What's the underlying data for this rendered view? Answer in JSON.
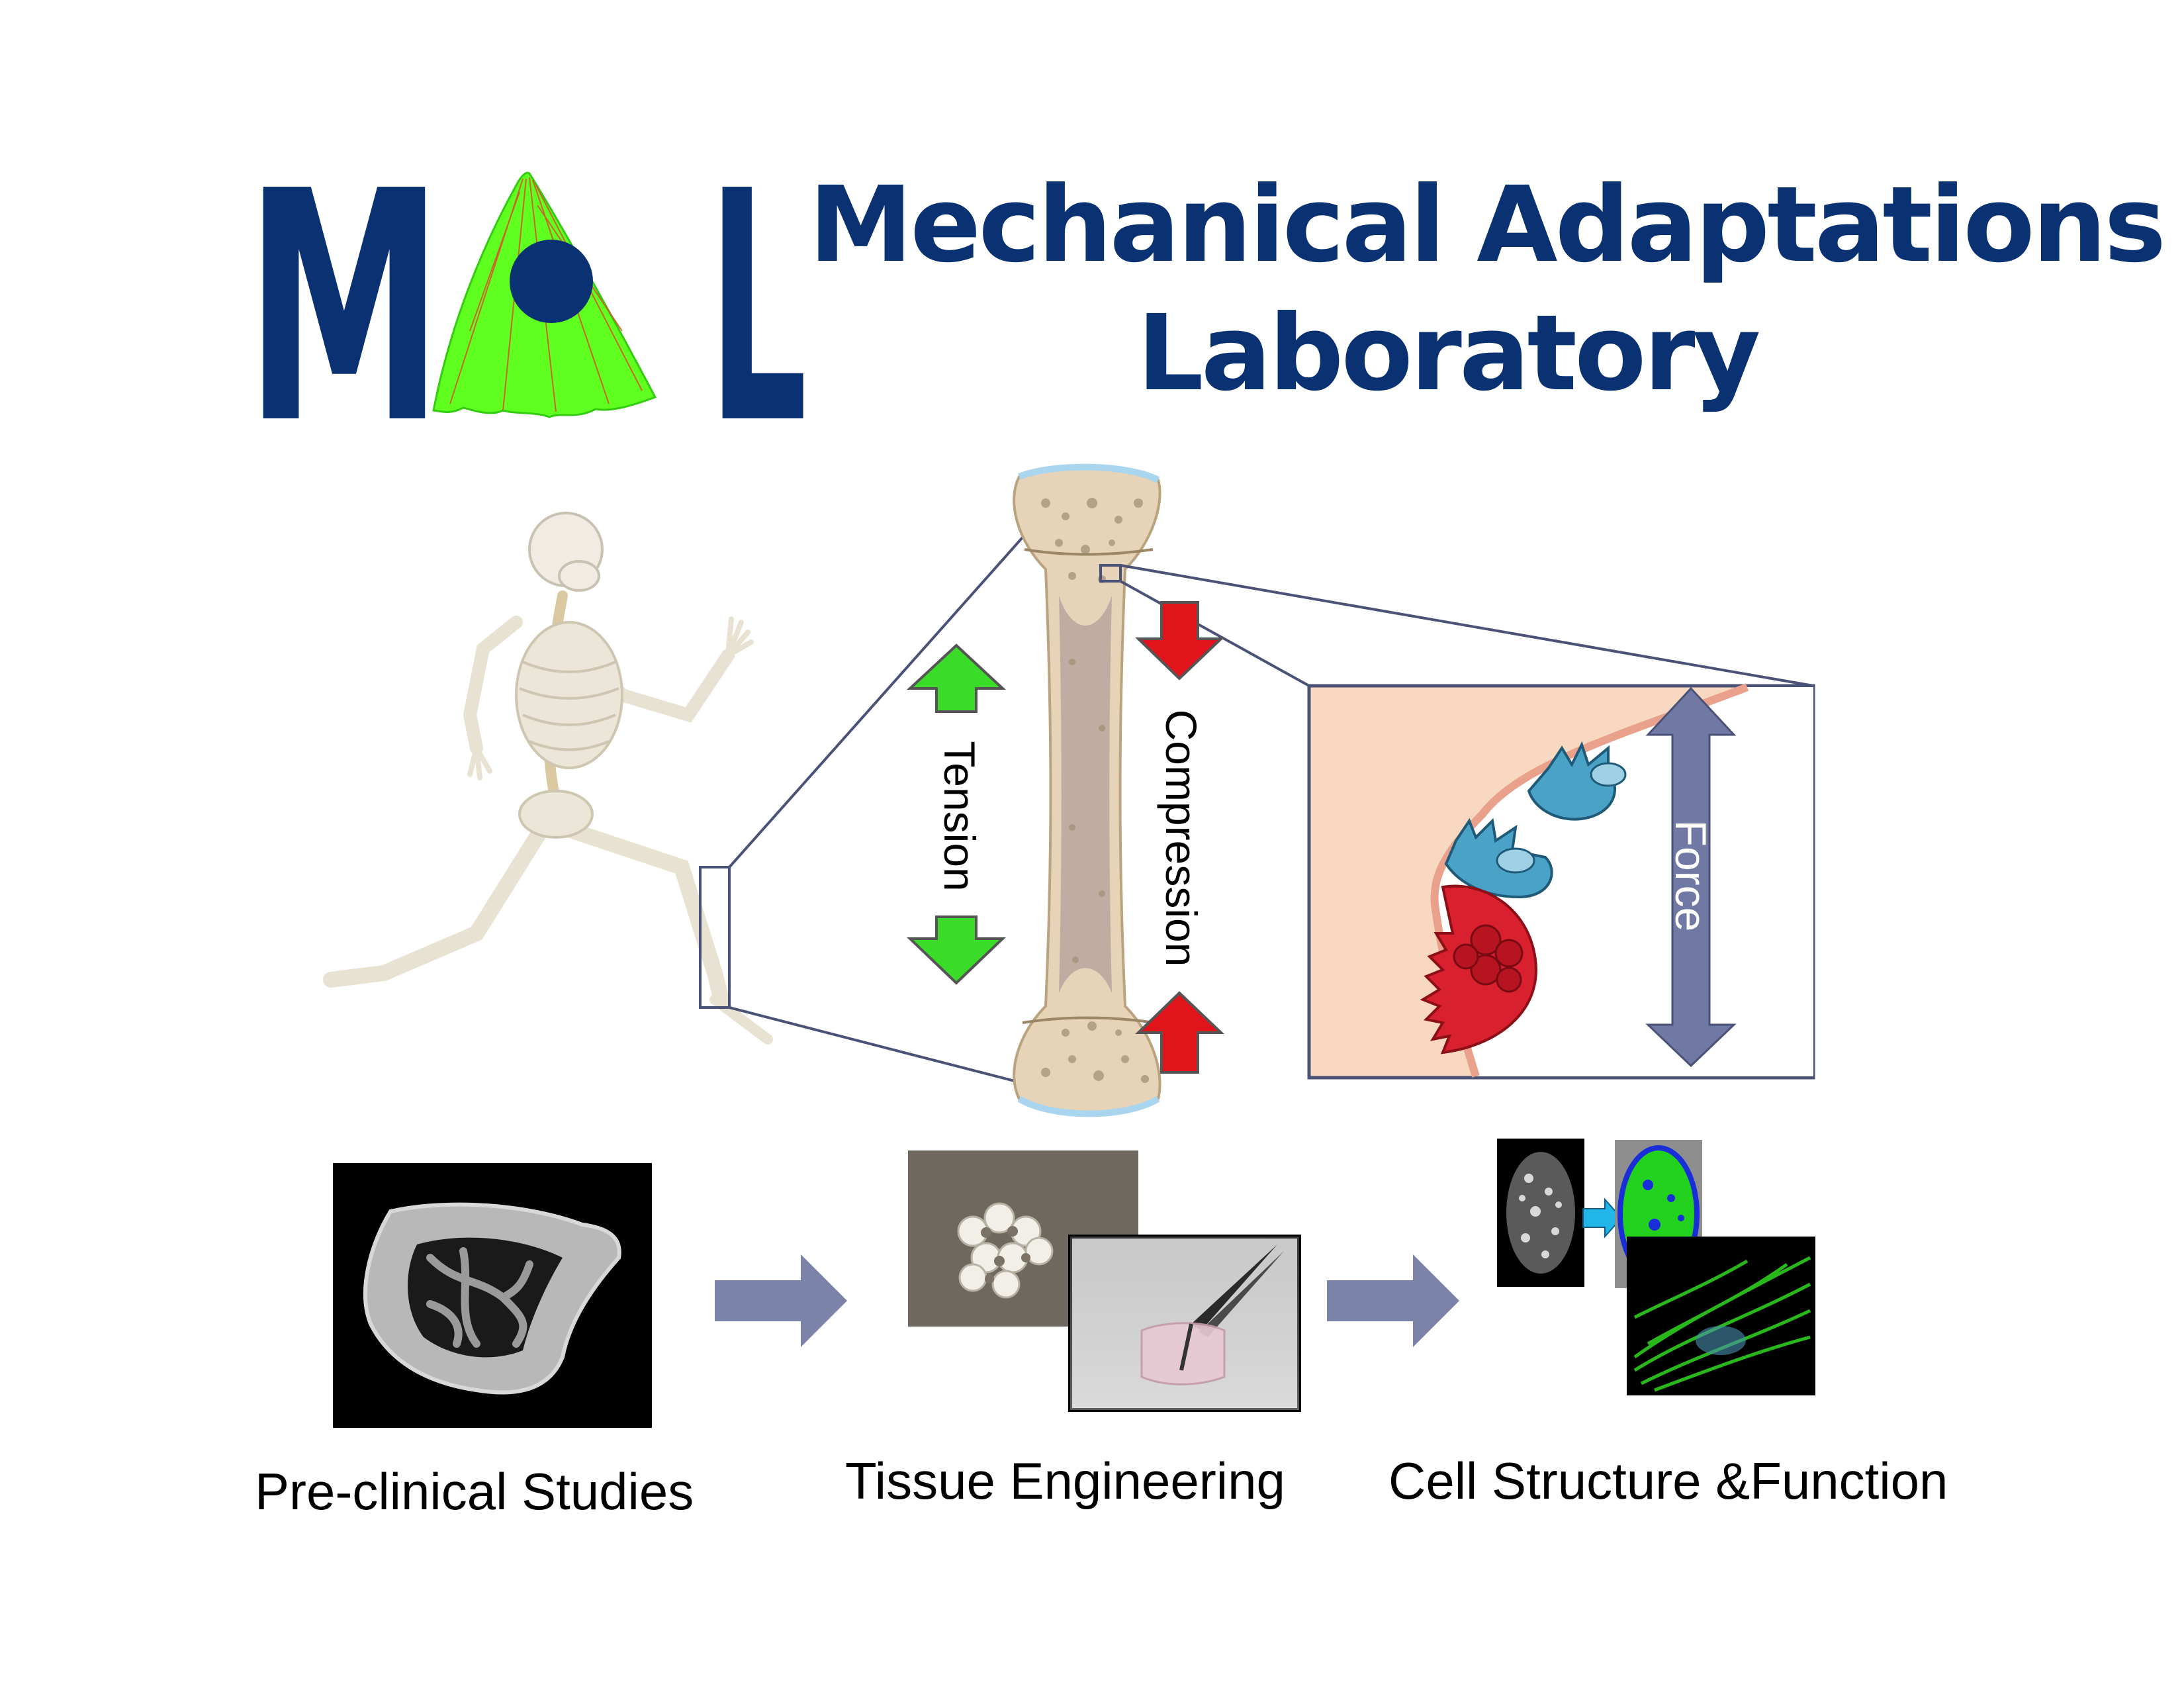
{
  "logo": {
    "letter_left": "M",
    "letter_right": "L",
    "cell_icon": "osteocyte-cell-icon"
  },
  "title": {
    "line1": "Mechanical Adaptations",
    "line2": "Laboratory"
  },
  "diagram": {
    "tension_label": "Tension",
    "compression_label": "Compression",
    "force_label": "Force"
  },
  "captions": {
    "preclinical": "Pre-clinical Studies",
    "tissue": "Tissue Engineering",
    "cell": "Cell Structure &Function"
  },
  "colors": {
    "brand_blue": "#0a3273",
    "cell_green": "#5fff1f",
    "tension_green": "#3bdb2a",
    "compression_red": "#e0141a",
    "force_arrow": "#6f79a3",
    "flow_arrow": "#7c83a9",
    "bone_tan": "#e6d3b8"
  }
}
